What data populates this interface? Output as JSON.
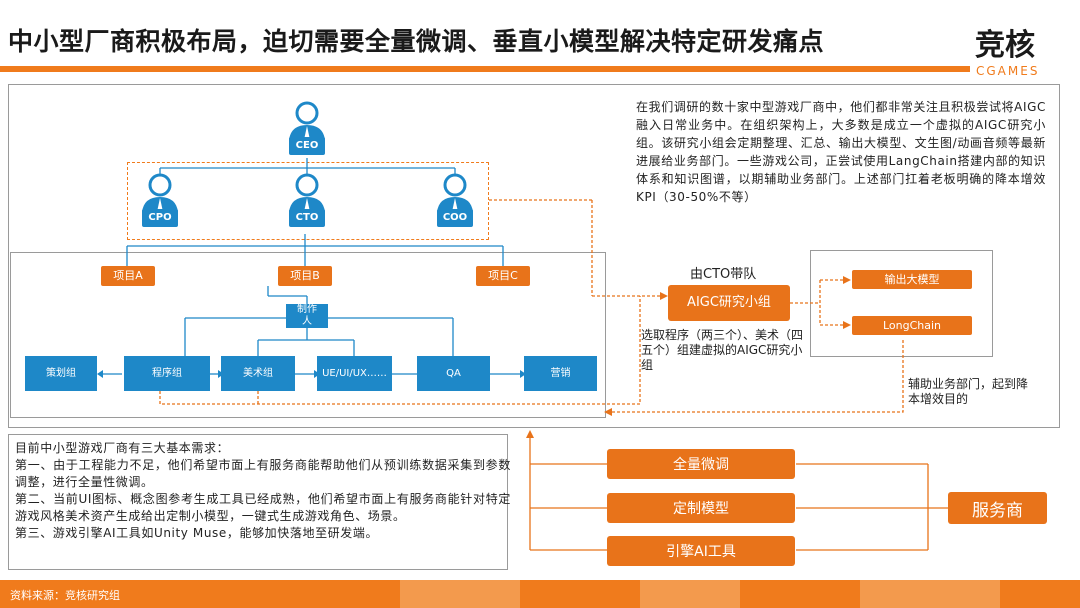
{
  "title": "中小型厂商积极布局，迫切需要全量微调、垂直小模型解决特定研发痛点",
  "logo": {
    "main": "竞核",
    "sub": "CGAMES"
  },
  "org": {
    "ceo": "CEO",
    "execs": [
      "CPO",
      "CTO",
      "COO"
    ],
    "projects": [
      "项目A",
      "项目B",
      "项目C"
    ],
    "producer": "制作人",
    "teams": [
      "策划组",
      "程序组",
      "美术组",
      "UE/UI/UX……",
      "QA",
      "营销"
    ]
  },
  "aigc": {
    "led_by": "由CTO带队",
    "group": "AIGC研究小组",
    "recruit_note": "选取程序（两三个）、美术（四五个）组建虚拟的AIGC研究小组",
    "outputs": [
      "输出大模型",
      "LongChain"
    ],
    "assist_note": "辅助业务部门，起到降本增效目的"
  },
  "description": "在我们调研的数十家中型游戏厂商中，他们都非常关注且积极尝试将AIGC融入日常业务中。在组织架构上，大多数是成立一个虚拟的AIGC研究小组。该研究小组会定期整理、汇总、输出大模型、文生图/动画音频等最新进展给业务部门。一些游戏公司，正尝试使用LangChain搭建内部的知识体系和知识图谱，以期辅助业务部门。上述部门扛着老板明确的降本增效KPI（30-50%不等）",
  "needs": {
    "intro": "目前中小型游戏厂商有三大基本需求：",
    "items": [
      "第一、由于工程能力不足，他们希望市面上有服务商能帮助他们从预训练数据采集到参数调整，进行全量性微调。",
      "第二、当前UI图标、概念图参考生成工具已经成熟，他们希望市面上有服务商能针对特定游戏风格美术资产生成给出定制小模型，一键式生成游戏角色、场景。",
      "第三、游戏引擎AI工具如Unity Muse，能够加快落地至研发端。"
    ]
  },
  "services": [
    "全量微调",
    "定制模型",
    "引擎AI工具"
  ],
  "provider": "服务商",
  "source": "资料来源：竞核研究组",
  "colors": {
    "orange": "#e8731a",
    "blue": "#1e88c8",
    "grey": "#9a9a9a"
  }
}
